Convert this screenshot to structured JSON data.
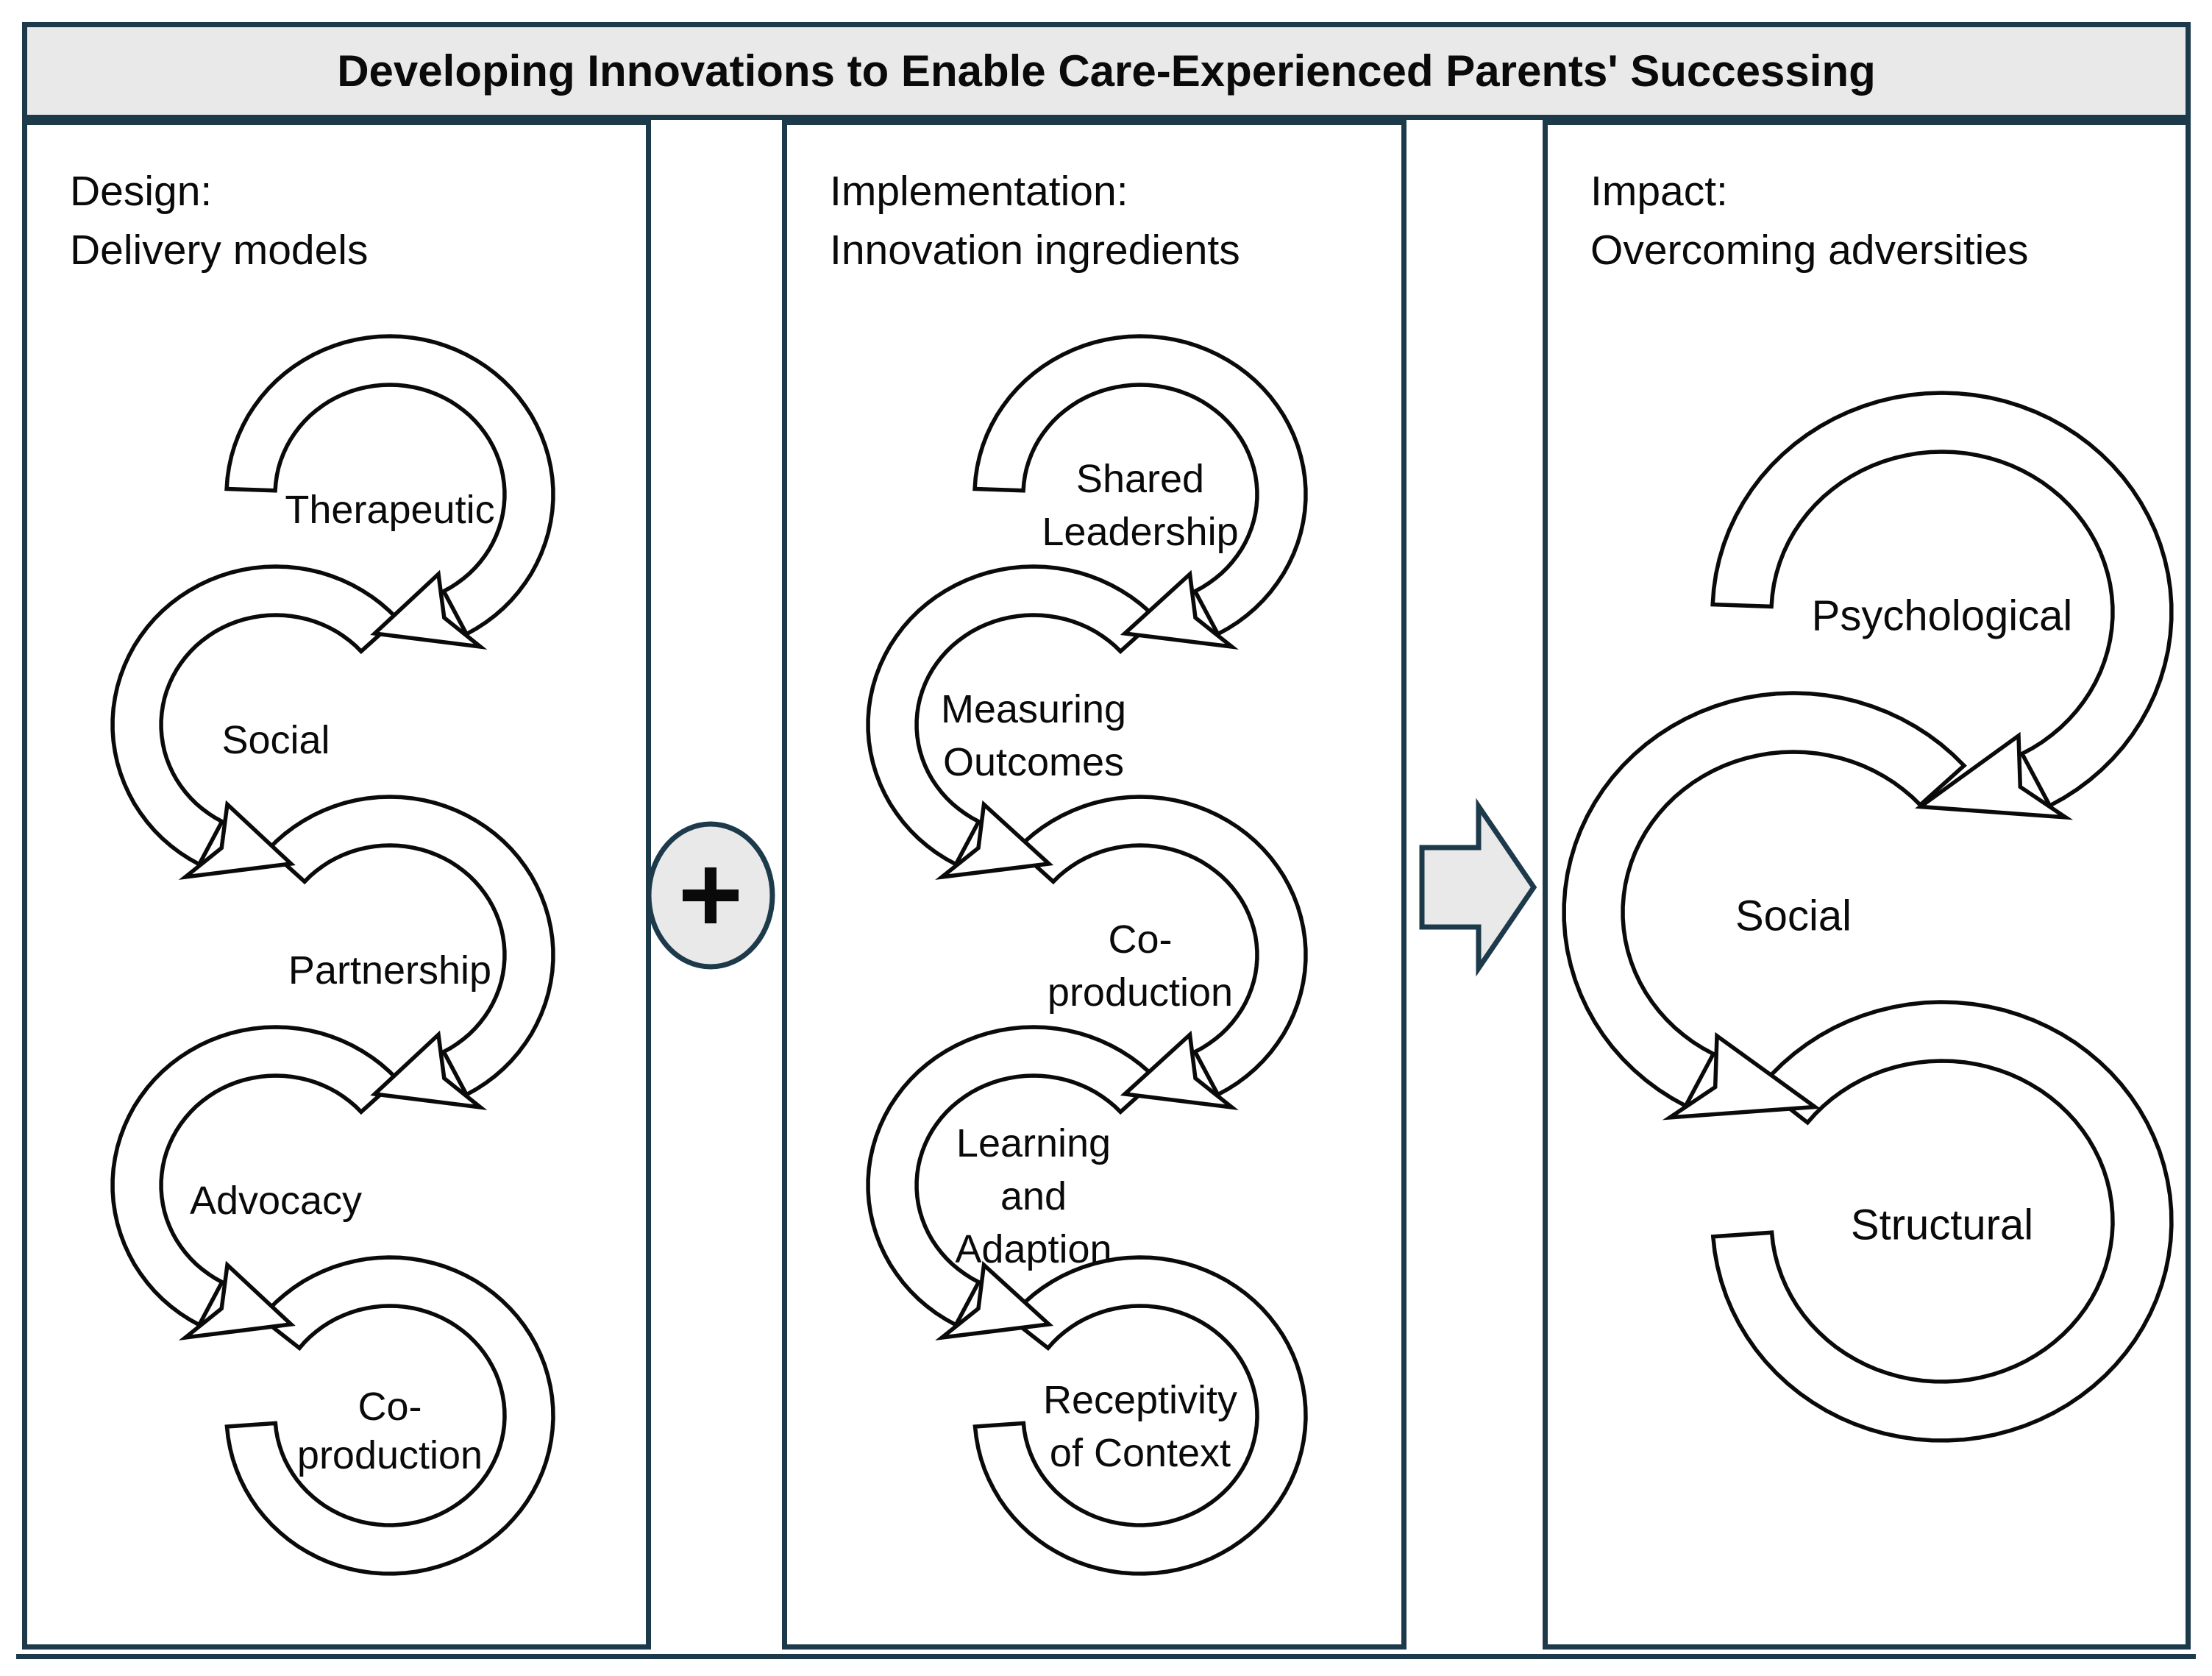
{
  "title": "Developing Innovations to Enable Care-Experienced Parents' Successing",
  "colors": {
    "border_teal": "#1d3a4b",
    "bar_fill": "#e9e9e9",
    "ink": "#0a0a0a",
    "panel_fill": "#ffffff"
  },
  "connectors": {
    "plus_label": "+",
    "arrow_name": "right-block-arrow"
  },
  "panels": [
    {
      "id": "design",
      "header": [
        "Design:",
        "Delivery models"
      ],
      "rings": [
        {
          "label": [
            "Therapeutic"
          ]
        },
        {
          "label": [
            "Social"
          ]
        },
        {
          "label": [
            "Partnership"
          ]
        },
        {
          "label": [
            "Advocacy"
          ]
        },
        {
          "label": [
            "Co-",
            "production"
          ]
        }
      ]
    },
    {
      "id": "implementation",
      "header": [
        "Implementation:",
        "Innovation ingredients"
      ],
      "rings": [
        {
          "label": [
            "Shared",
            "Leadership"
          ]
        },
        {
          "label": [
            "Measuring",
            "Outcomes"
          ]
        },
        {
          "label": [
            "Co-",
            "production"
          ]
        },
        {
          "label": [
            "Learning",
            "and",
            "Adaption"
          ]
        },
        {
          "label": [
            "Receptivity",
            "of Context"
          ]
        }
      ]
    },
    {
      "id": "impact",
      "header": [
        "Impact:",
        "Overcoming adversities"
      ],
      "rings": [
        {
          "label": [
            "Psychological"
          ]
        },
        {
          "label": [
            "Social"
          ]
        },
        {
          "label": [
            "Structural"
          ]
        }
      ]
    }
  ]
}
